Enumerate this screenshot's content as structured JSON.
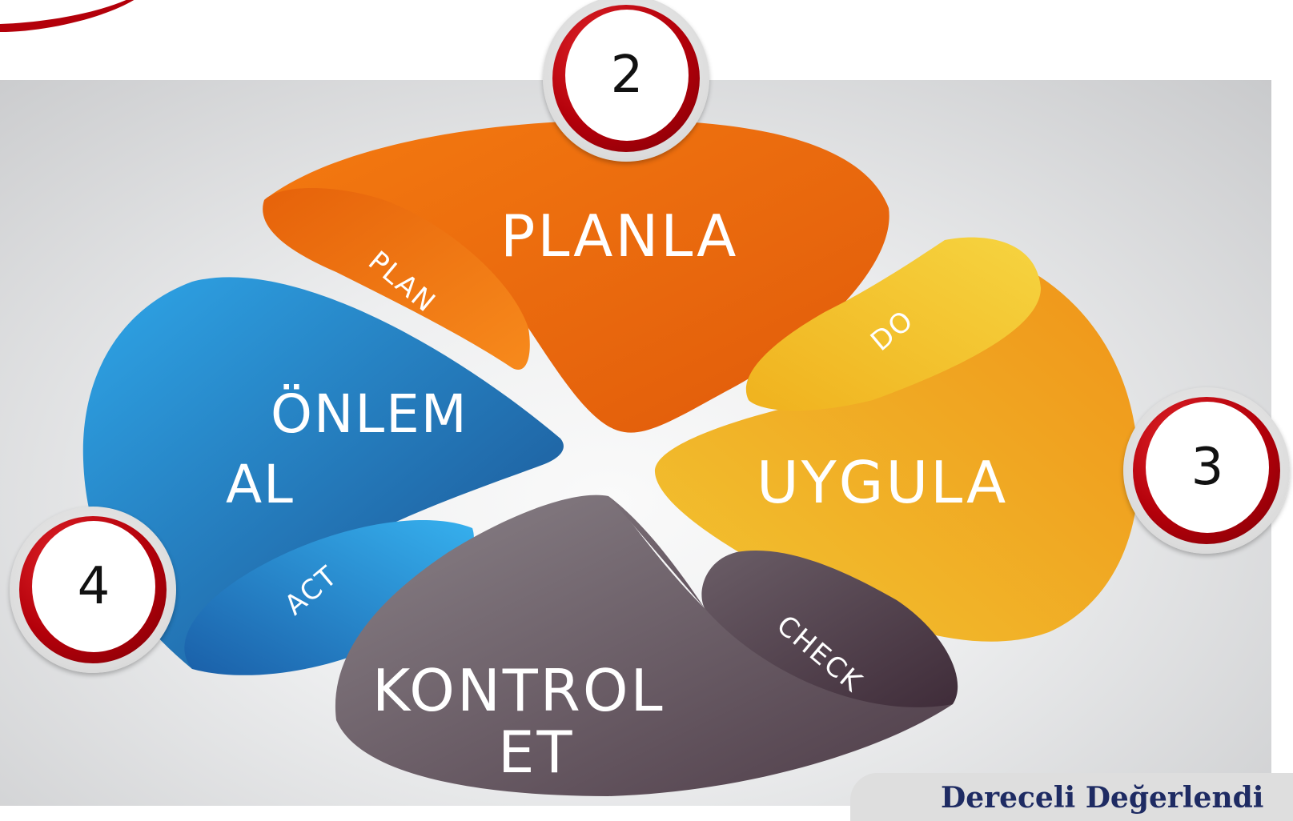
{
  "steps": {
    "plan": {
      "title": "PLANLA",
      "tag": "PLAN"
    },
    "do": {
      "title": "UYGULA",
      "tag": "DO"
    },
    "check": {
      "title_line1": "KONTROL",
      "title_line2": "ET",
      "tag": "CHECK"
    },
    "act": {
      "title_line1": "ÖNLEM",
      "title_line2": "AL",
      "tag": "ACT"
    }
  },
  "badges": {
    "two": "2",
    "three": "3",
    "four": "4"
  },
  "footer": {
    "text": "Dereceli Değerlendi"
  },
  "colors": {
    "plan": "#e8650d",
    "do": "#f0a21e",
    "check": "#6b5e66",
    "act": "#1f7fcf",
    "badge_ring": "#c00010"
  }
}
